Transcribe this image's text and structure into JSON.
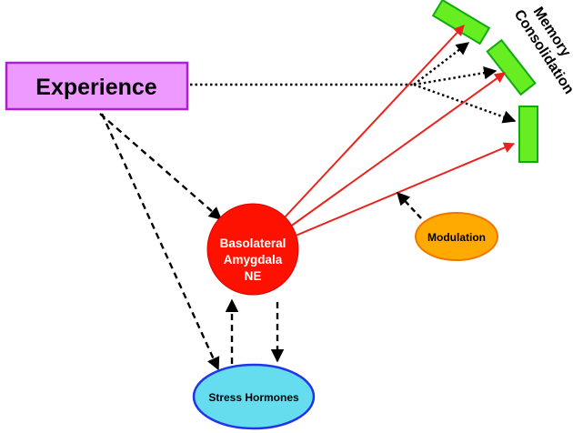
{
  "nodes": {
    "experience": {
      "label": "Experience",
      "fill": "#ee99ff",
      "stroke": "#aa22cc"
    },
    "amygdala": {
      "line1": "Basolateral",
      "line2": "Amygdala",
      "line3": "NE",
      "fill": "#ff1100"
    },
    "stress": {
      "label": "Stress Hormones",
      "fill": "#66ddee",
      "stroke": "#2233ee"
    },
    "modulation": {
      "label": "Modulation",
      "fill": "#ffaa00",
      "stroke": "#ee7700"
    },
    "memory": {
      "line1": "Memory",
      "line2": "Consolidation",
      "fill": "#66ee22",
      "stroke": "#11aa11"
    }
  },
  "colors": {
    "red_arrow": "#e8231d",
    "black_arrow": "#000000"
  }
}
